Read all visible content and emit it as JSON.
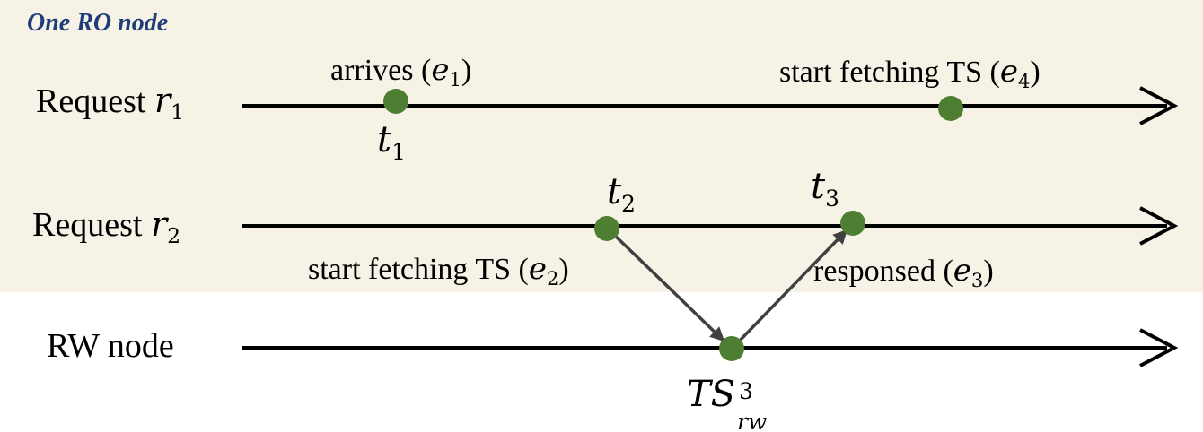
{
  "section_title": "One RO node",
  "rows": {
    "r1": {
      "text": "Request ",
      "var": "r",
      "sub": "1"
    },
    "r2": {
      "text": "Request ",
      "var": "r",
      "sub": "2"
    },
    "rw": {
      "text": "RW node"
    }
  },
  "events": {
    "e1": {
      "text": "arrives (",
      "var": "e",
      "sub": "1",
      "close": ")"
    },
    "e2": {
      "text": "start fetching TS (",
      "var": "e",
      "sub": "2",
      "close": ")"
    },
    "e3": {
      "text": "responsed (",
      "var": "e",
      "sub": "3",
      "close": ")"
    },
    "e4": {
      "text": "start fetching TS (",
      "var": "e",
      "sub": "4",
      "close": ")"
    }
  },
  "times": {
    "t1": {
      "var": "t",
      "sub": "1"
    },
    "t2": {
      "var": "t",
      "sub": "2"
    },
    "t3": {
      "var": "t",
      "sub": "3"
    },
    "ts": {
      "var": "TS",
      "sup": "3",
      "sub": "rw"
    }
  },
  "colors": {
    "ro_background": "#f6f3e6",
    "title": "#203c7a",
    "event_dot": "#4e7e32",
    "timeline": "#000000",
    "message_arrow": "#404040"
  }
}
